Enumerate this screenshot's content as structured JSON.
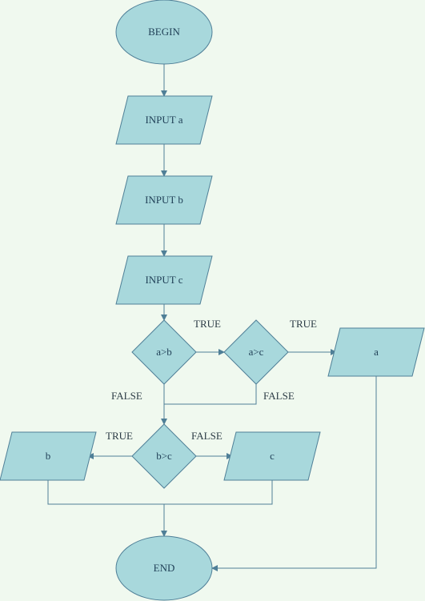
{
  "nodes": {
    "begin": "BEGIN",
    "input_a": "INPUT a",
    "input_b": "INPUT b",
    "input_c": "INPUT c",
    "decision_a_gt_b": "a>b",
    "decision_a_gt_c": "a>c",
    "decision_b_gt_c": "b>c",
    "output_a": "a",
    "output_b": "b",
    "output_c": "c",
    "end": "END"
  },
  "edge_labels": {
    "a_gt_b_true": "TRUE",
    "a_gt_c_true": "TRUE",
    "a_gt_b_false": "FALSE",
    "a_gt_c_false": "FALSE",
    "b_gt_c_true": "TRUE",
    "b_gt_c_false": "FALSE"
  },
  "colors": {
    "background": "#f0f9ef",
    "node_fill": "#a8d8dc",
    "stroke": "#4f7f97",
    "text": "#1f3f56"
  }
}
